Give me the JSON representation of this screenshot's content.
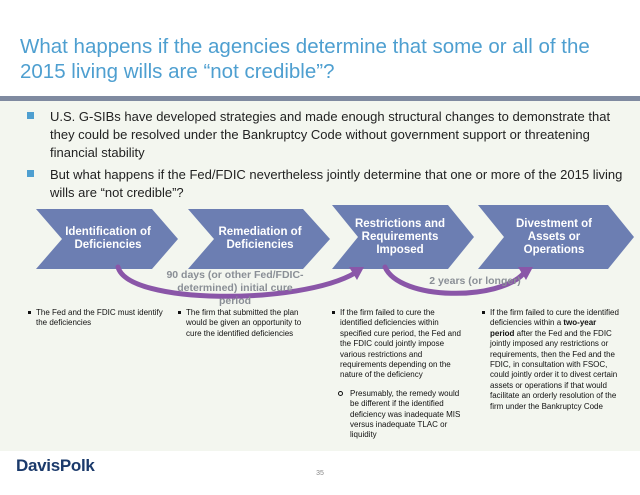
{
  "title": "What happens if the agencies determine that some or all of the 2015 living wills are “not credible”?",
  "bullets": [
    "U.S. G-SIBs have developed strategies and made enough structural changes to  demonstrate that they could be resolved under the Bankruptcy Code without government support or threatening financial stability",
    "But what happens if the Fed/FDIC nevertheless jointly determine that one or more of the 2015 living wills are “not credible”?"
  ],
  "steps": [
    {
      "label": "Identification of Deficiencies"
    },
    {
      "label": "Remediation of Deficiencies"
    },
    {
      "label": "Restrictions and Requirements Imposed"
    },
    {
      "label": "Divestment of Assets or Operations"
    }
  ],
  "arcs": [
    {
      "label": "90 days (or other Fed/FDIC-determined) initial cure period"
    },
    {
      "label": "2 years (or longer)"
    }
  ],
  "columns": [
    {
      "text": "The Fed and the FDIC must identify the deficiencies"
    },
    {
      "text": "The firm that submitted the plan would be given an opportunity to cure the identified deficiencies"
    },
    {
      "text": "If the firm failed to cure the identified deficiencies within specified cure period, the Fed and the FDIC could jointly impose various restrictions and requirements depending on the nature of the deficiency",
      "sub": "Presumably, the remedy would be different if the identified deficiency was inadequate MIS versus inadequate TLAC or liquidity"
    },
    {
      "text_pre": "If the firm failed to cure the identified deficiencies within a ",
      "text_bold": "two-year period",
      "text_post": " after the Fed and the FDIC jointly imposed any restrictions or requirements, then the Fed and the FDIC, in consultation with FSOC, could jointly order it to divest certain assets or operations if that would facilitate an orderly resolution of the firm under the Bankruptcy Code"
    }
  ],
  "footer": {
    "logo": "DavisPolk",
    "page": "35"
  },
  "colors": {
    "title": "#4e9fd0",
    "chevron": "#6c7eb2",
    "arc": "#8a56a8",
    "logo": "#1b3a6b"
  }
}
